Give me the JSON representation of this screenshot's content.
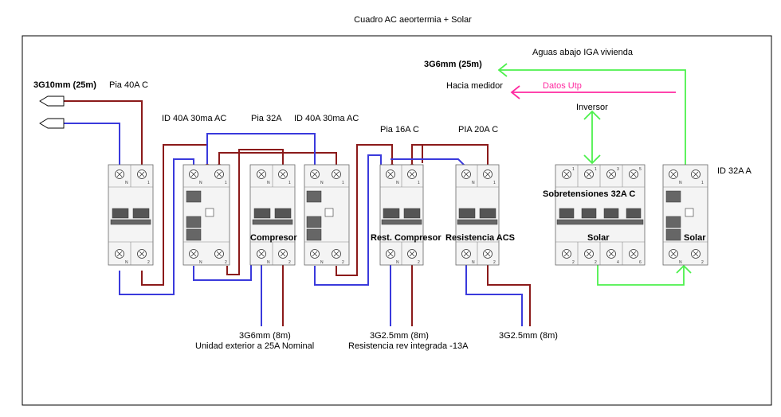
{
  "title": "Cuadro AC aeortermia + Solar",
  "colors": {
    "phase": "#8b1a1a",
    "neutral": "#3a3adc",
    "solar": "#4cf04c",
    "data": "#ff2aa0"
  },
  "labels": {
    "supply_cable": "3G10mm (25m)",
    "pia_main": "Pia 40A C",
    "id1": "ID 40A 30ma AC",
    "pia32": "Pia 32A",
    "id2": "ID 40A 30ma AC",
    "pia16": "Pia 16A C",
    "pia20": "PIA 20A C",
    "cable_house": "3G6mm (25m)",
    "aguas": "Aguas abajo IGA vivienda",
    "medidor": "Hacia medidor",
    "datos": "Datos Utp",
    "inversor": "Inversor",
    "id32": "ID 32A A",
    "compresor": "Compresor",
    "rest_compresor": "Rest. Compresor",
    "resistencia_acs": "Resistencia ACS",
    "sobretensiones": "Sobretensiones 32A C",
    "solar1": "Solar",
    "solar2": "Solar",
    "out1_cable": "3G6mm (8m)",
    "out1_desc": "Unidad exterior a 25A Nominal",
    "out2_cable": "3G2.5mm  (8m)",
    "out2_desc": "Resistencia rev integrada -13A",
    "out3_cable": "3G2.5mm  (8m)"
  },
  "terminal_marks": {
    "n": "N",
    "one": "1",
    "two": "2",
    "three": "3",
    "four": "4",
    "five": "5",
    "six": "6"
  }
}
